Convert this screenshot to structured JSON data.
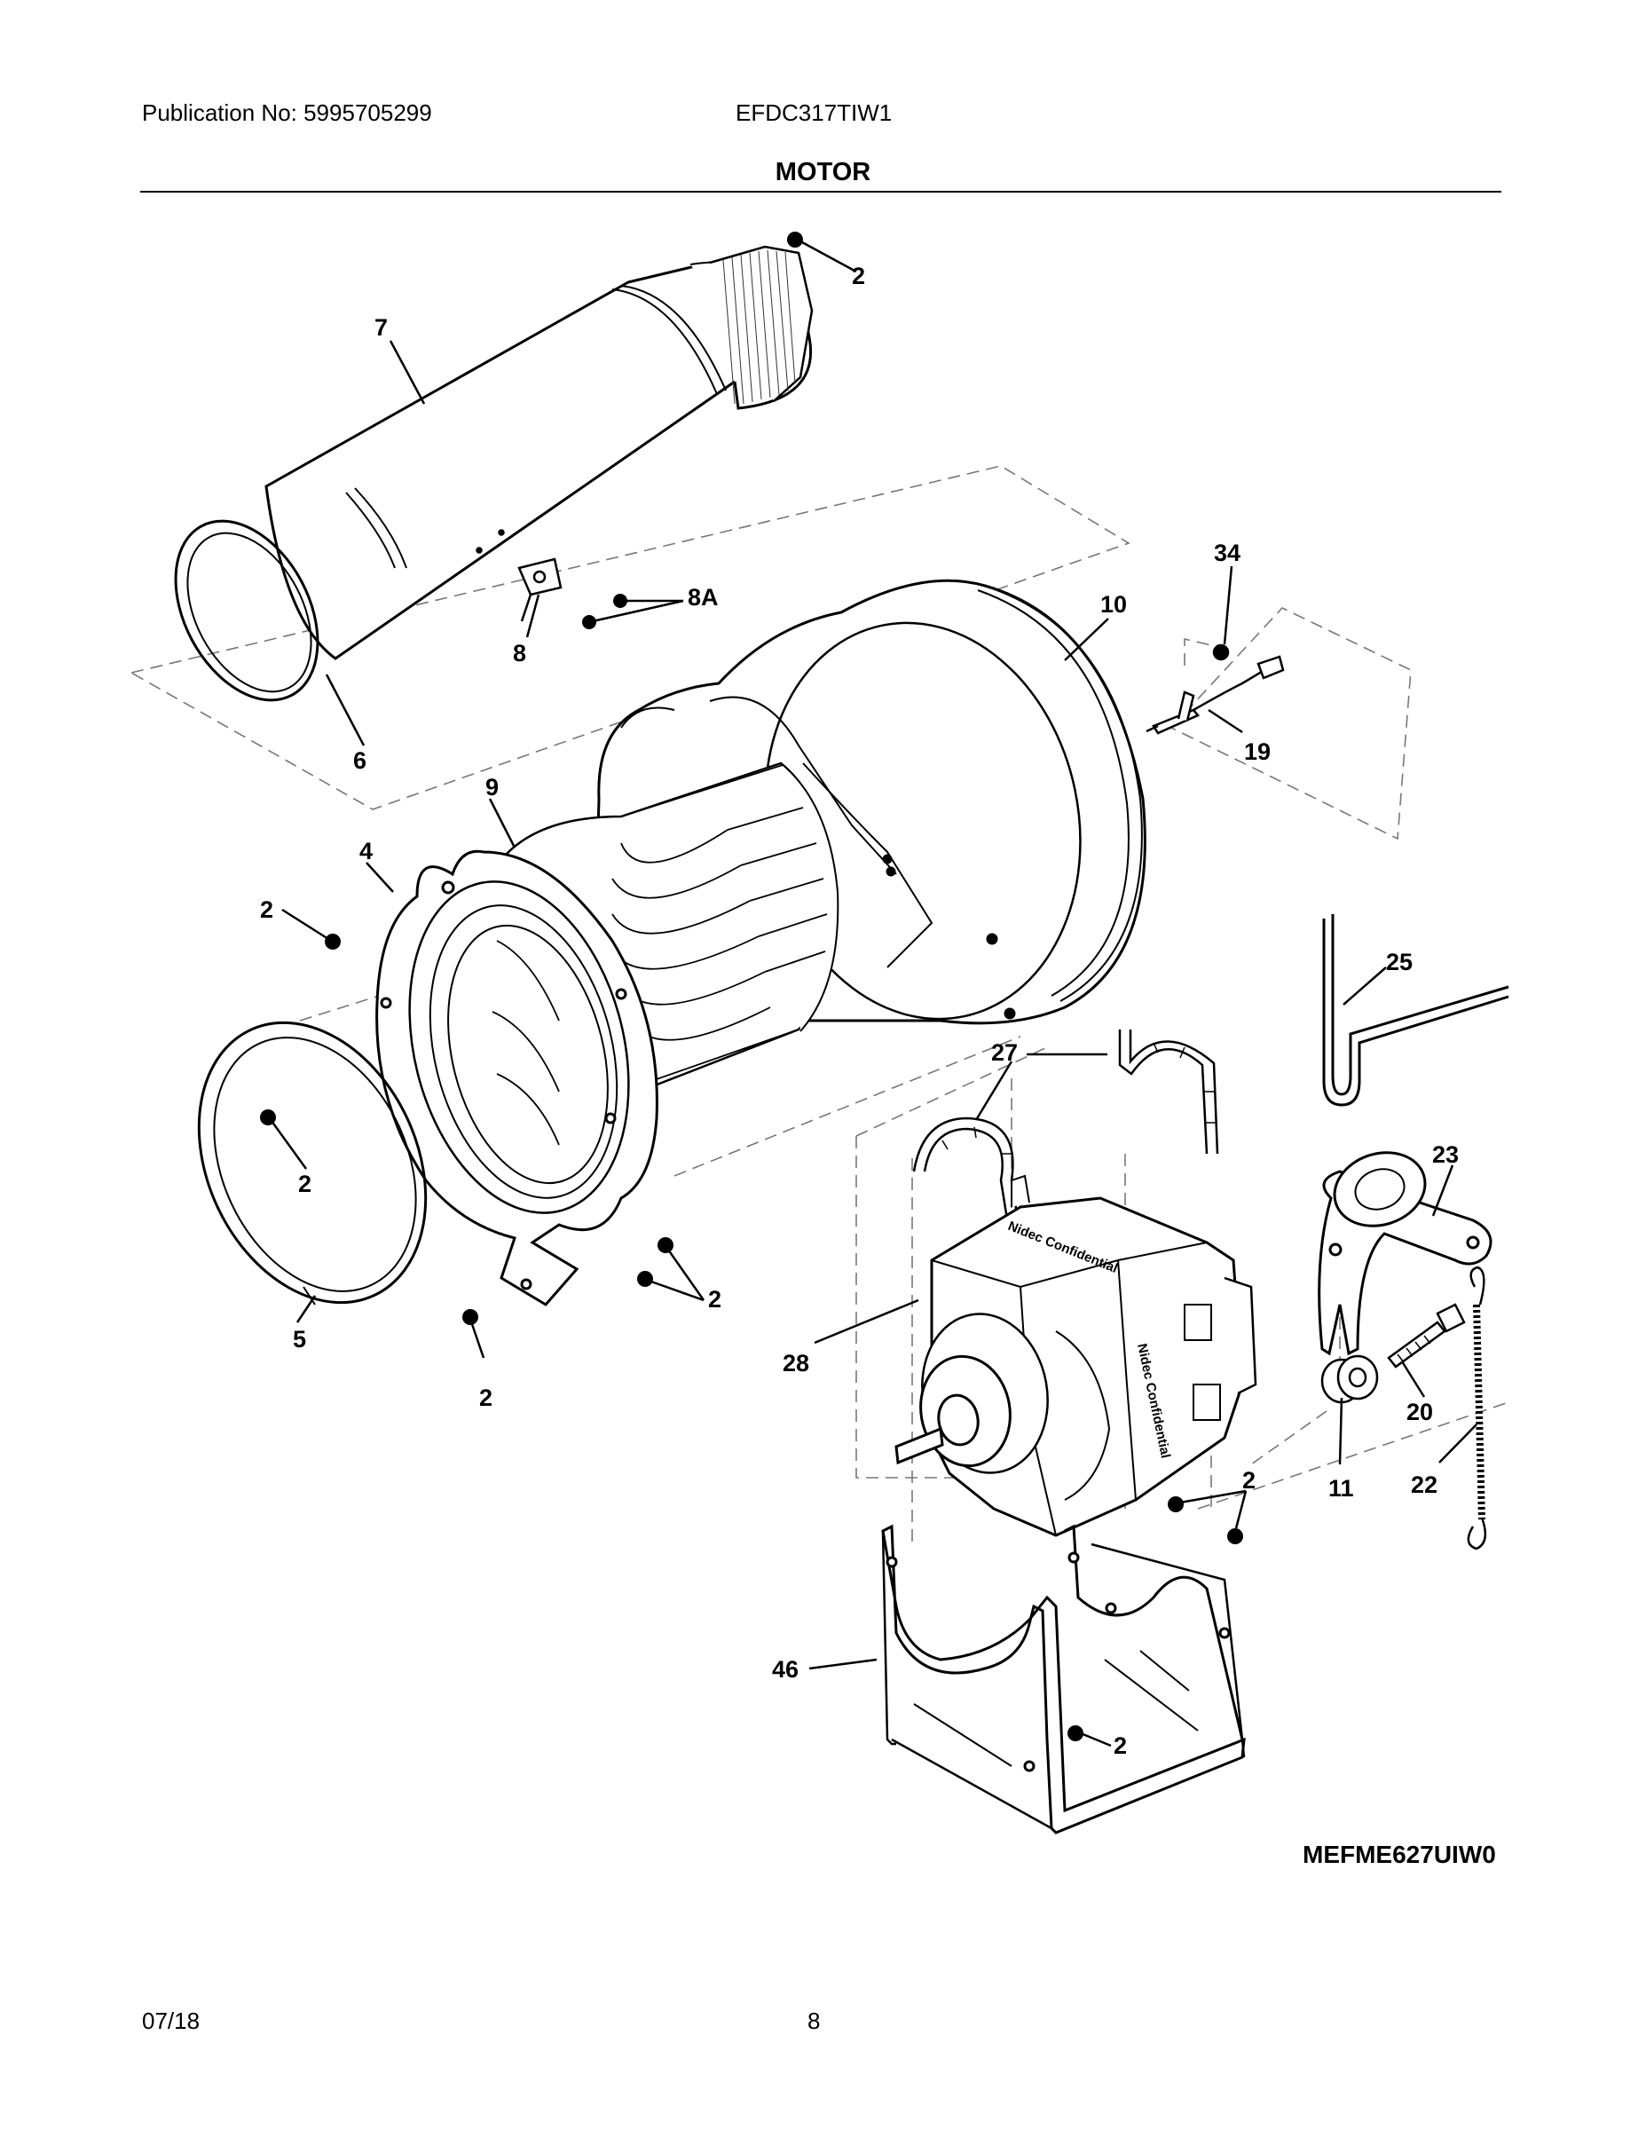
{
  "header": {
    "publication": "Publication No: 5995705299",
    "model": "EFDC317TIW1",
    "section_title": "MOTOR"
  },
  "diagram": {
    "callouts": [
      "2",
      "7",
      "8A",
      "8",
      "6",
      "34",
      "10",
      "19",
      "9",
      "4",
      "2",
      "25",
      "27",
      "2",
      "5",
      "2",
      "2",
      "23",
      "28",
      "20",
      "2",
      "11",
      "22",
      "46",
      "2"
    ],
    "part_text": [
      "Nidec Confidential",
      "Nidec Confidential"
    ],
    "drawing_code": "MEFME627UIW0"
  },
  "footer": {
    "date": "07/18",
    "page": "8"
  }
}
